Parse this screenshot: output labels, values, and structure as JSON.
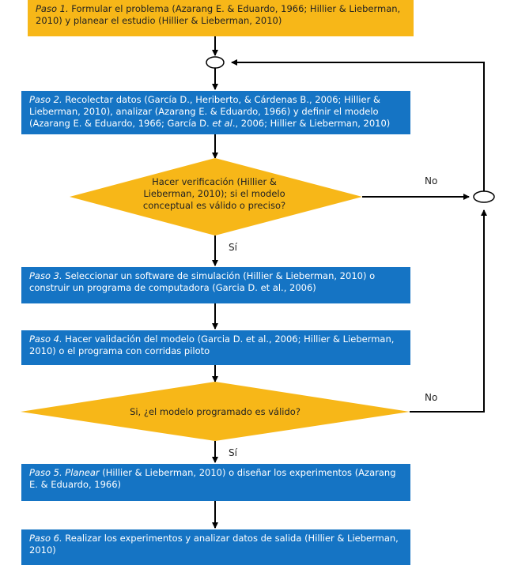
{
  "steps": {
    "s1": {
      "label": "Paso 1.",
      "text": " Formular el problema (Azarang E. & Eduardo, 1966; Hillier & Lieberman, 2010) y  planear el estudio  (Hillier & Lieberman, 2010)"
    },
    "s2": {
      "label": "Paso 2.",
      "text_a": " Recolectar datos (García D., Heriberto, & Cárdenas B., 2006; Hillier & Lieberman, 2010), analizar (Azarang E. & Eduardo, 1966) y definir el modelo (Azarang E. & Eduardo, 1966; García D. ",
      "et_al": "et al",
      "text_b": "., 2006; Hillier & Lieberman, 2010)"
    },
    "s3": {
      "label": "Paso 3.",
      "text": " Seleccionar un software de simulación (Hillier & Lieberman, 2010) o construir un programa de computadora (Garcia D. et al., 2006)"
    },
    "s4": {
      "label": "Paso 4.",
      "text": " Hacer validación del modelo (Garcia D. et al., 2006; Hillier & Lieberman, 2010) o el programa con corridas piloto"
    },
    "s5": {
      "label": "Paso 5.",
      "label2": " Planear",
      "text": " (Hillier & Lieberman, 2010) o diseñar  los experimentos (Azarang E. & Eduardo, 1966)"
    },
    "s6": {
      "label": "Paso 6.",
      "text": " Realizar los experimentos  y analizar datos de salida (Hillier & Lieberman, 2010)"
    }
  },
  "decisions": {
    "d1": "Hacer verificación (Hillier & Lieberman, 2010); si el modelo conceptual es válido o preciso?",
    "d2": "Si, ¿el modelo programado es válido?"
  },
  "labels": {
    "no1": "No",
    "no2": "No",
    "si1": "Sí",
    "si2": "Sí"
  },
  "colors": {
    "yellow": "#f7b718",
    "blue": "#1574c4",
    "line": "#000000"
  }
}
